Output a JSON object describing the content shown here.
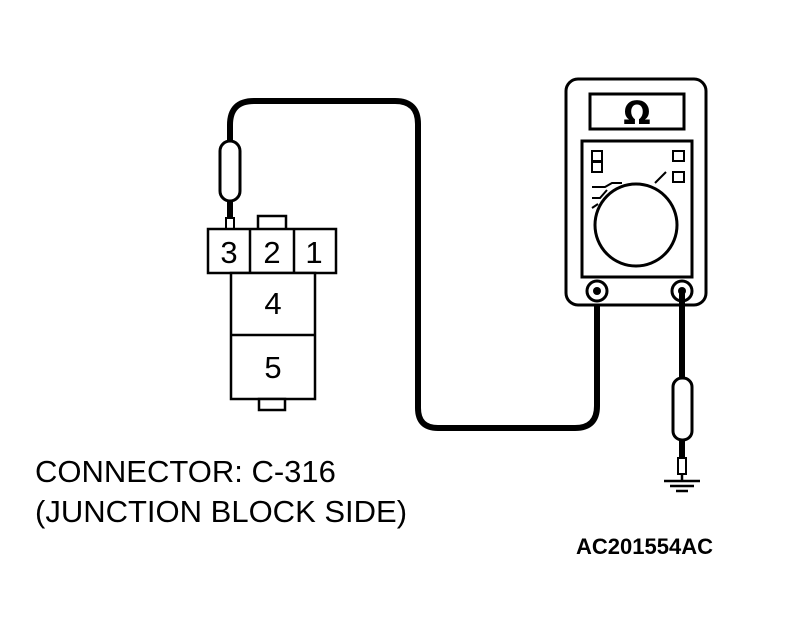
{
  "connector": {
    "pins_top": [
      "3",
      "2",
      "1"
    ],
    "pin_middle": "4",
    "pin_bottom": "5"
  },
  "meter": {
    "display_symbol": "Ω"
  },
  "caption": {
    "line1": "CONNECTOR: C-316",
    "line2": "(JUNCTION BLOCK SIDE)"
  },
  "figure_code": "AC201554AC"
}
